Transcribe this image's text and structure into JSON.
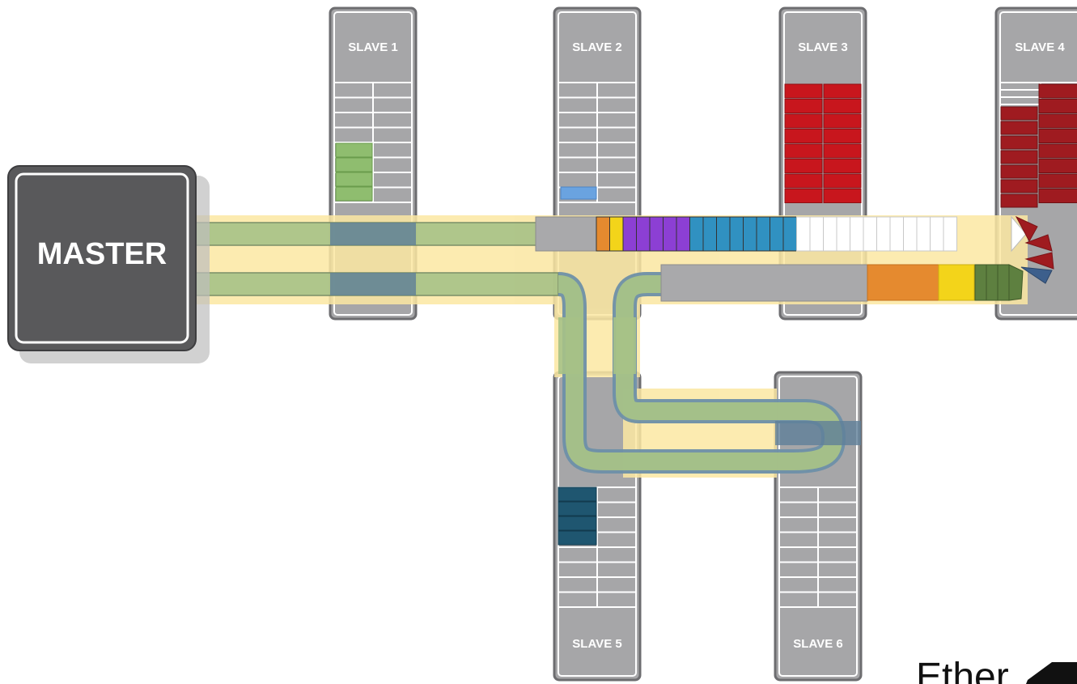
{
  "master": {
    "label": "MASTER"
  },
  "slaves": [
    {
      "label": "SLAVE 1"
    },
    {
      "label": "SLAVE 2"
    },
    {
      "label": "SLAVE 3"
    },
    {
      "label": "SLAVE 4"
    },
    {
      "label": "SLAVE 5"
    },
    {
      "label": "SLAVE 6"
    }
  ],
  "brand": {
    "text": "Ether"
  },
  "colors": {
    "slave_body": "#a6a6a8",
    "slave_border": "#6d6d70",
    "master_body": "#59595b",
    "line_highlight": "#fbe7a2",
    "line_green": "#a7c287",
    "line_blue": "#6d8fa8",
    "slave1_data": "#8fbd6f",
    "slave2_data": "#6aa3e0",
    "slave3_data": "#c8161d",
    "slave4_data": "#9f1b20",
    "slave5_data": "#1f5670",
    "packet_orange": "#e58a2f",
    "packet_yellow": "#f3d41a",
    "packet_purple": "#8c3fd4",
    "packet_blue": "#3091c1",
    "packet_green": "#5e8040",
    "packet_navy": "#3d5f8c"
  }
}
